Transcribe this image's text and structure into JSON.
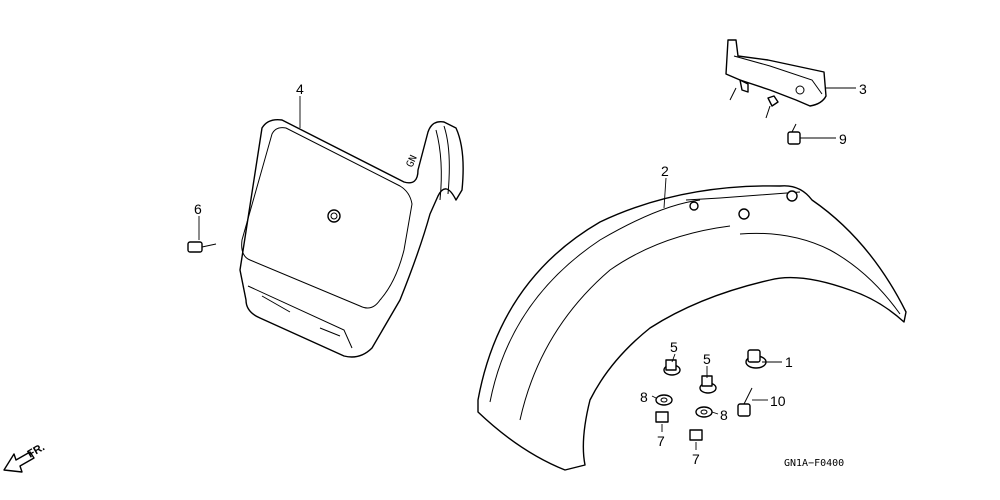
{
  "callouts": {
    "c1": "1",
    "c2": "2",
    "c3": "3",
    "c4": "4",
    "c5a": "5",
    "c5b": "5",
    "c6": "6",
    "c7a": "7",
    "c7b": "7",
    "c8a": "8",
    "c8b": "8",
    "c9": "9",
    "c10": "10"
  },
  "front_indicator": "FR.",
  "diagram_code": "GN1A−F0400"
}
